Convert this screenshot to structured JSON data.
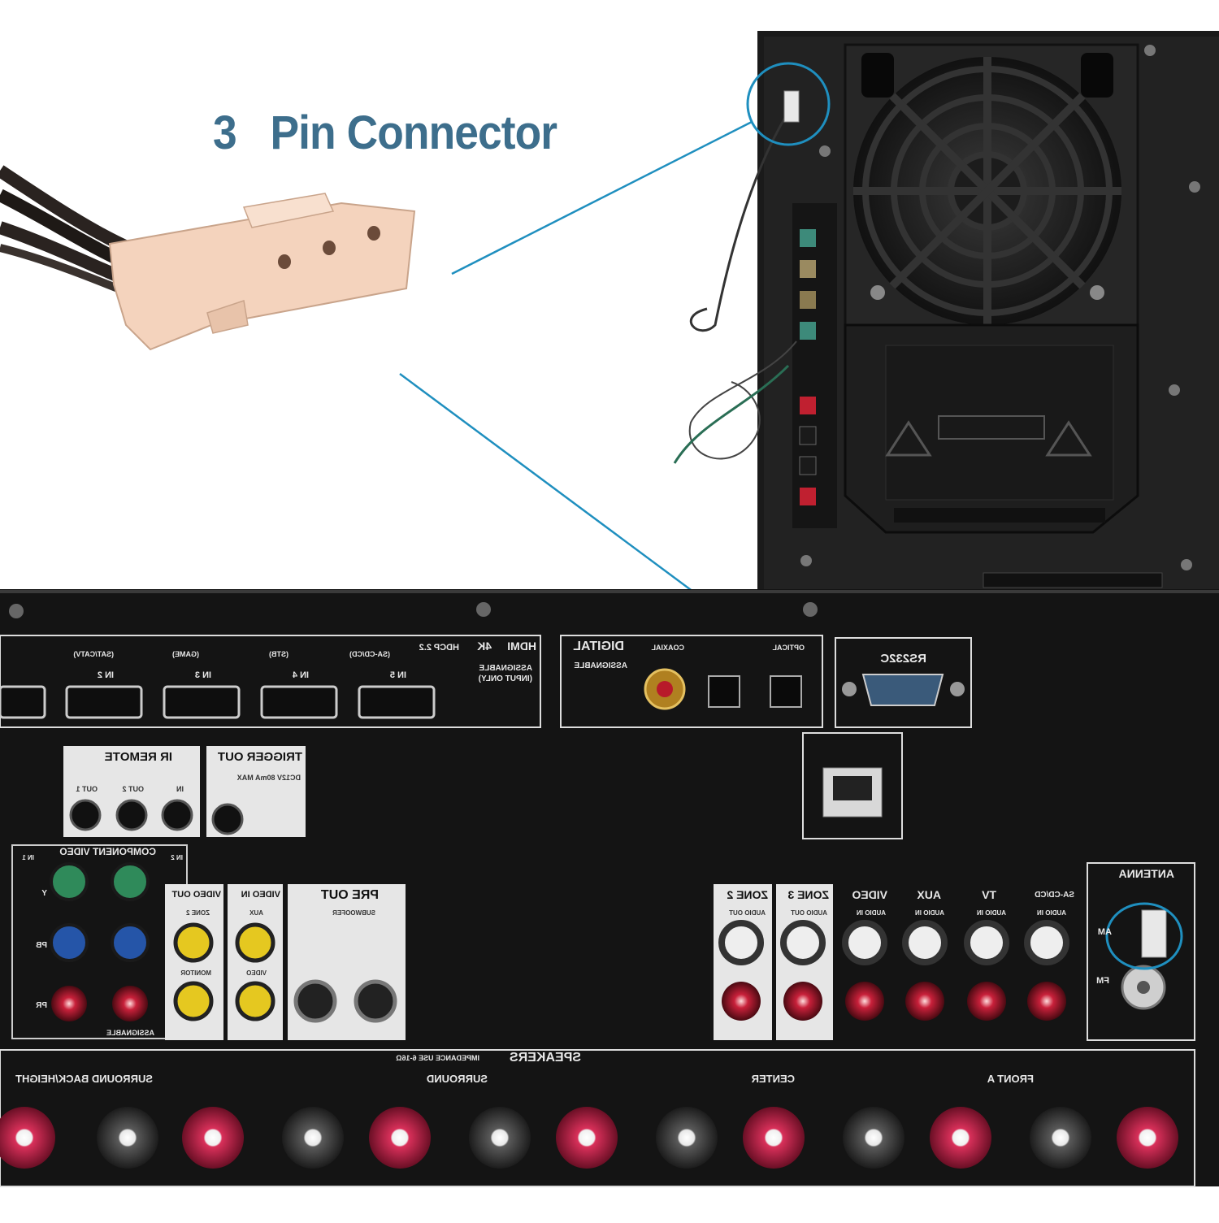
{
  "headline": "3   Pin Connector",
  "colors": {
    "headline": "#3d6e8c",
    "callout": "#1f8fbf",
    "connector": "#f4d3bd",
    "receiver_panel": "#141414",
    "panel_label": "#e8e8e8"
  },
  "receiver": {
    "hdmi": {
      "header": "HDMI",
      "badge": "4K",
      "spec": "HDCP 2.2",
      "note_line1": "ASSIGNABLE",
      "note_line2": "(INPUT ONLY)",
      "inputs": [
        {
          "label": "IN 2",
          "source": "(SAT/CATV)"
        },
        {
          "label": "IN 3",
          "source": "(GAME)"
        },
        {
          "label": "IN 4",
          "source": "(STB)"
        },
        {
          "label": "IN 5",
          "source": "(SA-CD/CD)"
        }
      ]
    },
    "digital": {
      "header": "DIGITAL",
      "sub": "ASSIGNABLE",
      "coaxial": "COAXIAL",
      "optical": "OPTICAL"
    },
    "rs232c": "RS232C",
    "ir_remote": {
      "header": "IR REMOTE",
      "ports": [
        "OUT 1",
        "OUT 2",
        "IN"
      ]
    },
    "trigger_out": {
      "header": "TRIGGER OUT",
      "spec": "DC12V 80mA MAX"
    },
    "component_video": {
      "header": "COMPONENT VIDEO",
      "sub": "ASSIGNABLE",
      "in1": "IN 1",
      "in2": "IN 2",
      "rows": [
        "Y",
        "PB",
        "PR"
      ]
    },
    "video_out": {
      "header": "VIDEO OUT",
      "sub1": "ZONE 2",
      "sub2": "MONITOR"
    },
    "video_in": {
      "header": "VIDEO IN",
      "sub1": "AUX",
      "sub2": "VIDEO"
    },
    "pre_out": {
      "header": "PRE OUT",
      "sub": "SUBWOOFER"
    },
    "audio_blocks": [
      {
        "header": "ZONE 2",
        "sub": "AUDIO OUT"
      },
      {
        "header": "ZONE 3",
        "sub": "AUDIO OUT"
      },
      {
        "header": "VIDEO",
        "sub": "AUDIO IN"
      },
      {
        "header": "AUX",
        "sub": "AUDIO IN"
      },
      {
        "header": "TV",
        "sub": "AUDIO IN"
      },
      {
        "header": "SA-CD/CD",
        "sub": "AUDIO IN"
      }
    ],
    "antenna": {
      "header": "ANTENNA",
      "am": "AM",
      "fm": "FM"
    },
    "speakers": {
      "header": "SPEAKERS",
      "impedance": "IMPEDANCE USE 6-16Ω",
      "groups": [
        "SURROUND BACK/HEIGHT",
        "SURROUND",
        "CENTER",
        "FRONT A"
      ]
    }
  }
}
